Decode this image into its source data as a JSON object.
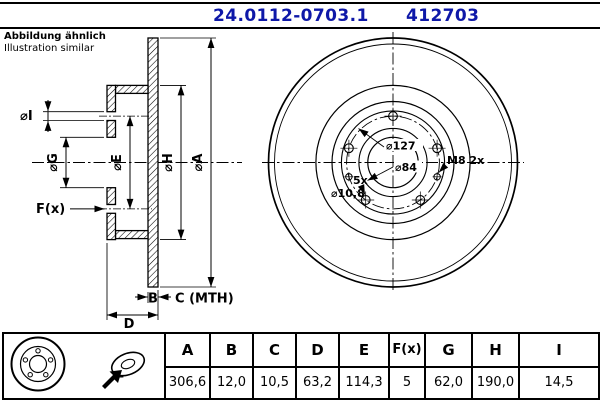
{
  "header": {
    "part_number": "24.0112-0703.1",
    "article_number": "412703",
    "note_line1": "Abbildung ähnlich",
    "note_line2": "Illustration similar",
    "accent_color": "#0e18a8"
  },
  "drawing": {
    "section": {
      "dia_i": "⌀I",
      "dia_g": "⌀G",
      "dia_e": "⌀E",
      "dia_h": "⌀H",
      "dia_a": "⌀A",
      "f": "F(x)",
      "b": "B",
      "c": "C (MTH)",
      "d": "D"
    },
    "front": {
      "pcd_127": "⌀127",
      "dia_84": "⌀84",
      "thread": "M8 2x",
      "count": "5x",
      "hole_dia": "⌀10,8"
    }
  },
  "table": {
    "columns": [
      {
        "label": "A",
        "value": "306,6"
      },
      {
        "label": "B",
        "value": "12,0"
      },
      {
        "label": "C",
        "value": "10,5"
      },
      {
        "label": "D",
        "value": "63,2"
      },
      {
        "label": "E",
        "value": "114,3"
      },
      {
        "label": "F(x)",
        "value": "5"
      },
      {
        "label": "G",
        "value": "62,0"
      },
      {
        "label": "H",
        "value": "190,0"
      },
      {
        "label": "I",
        "value": "14,5"
      }
    ]
  }
}
